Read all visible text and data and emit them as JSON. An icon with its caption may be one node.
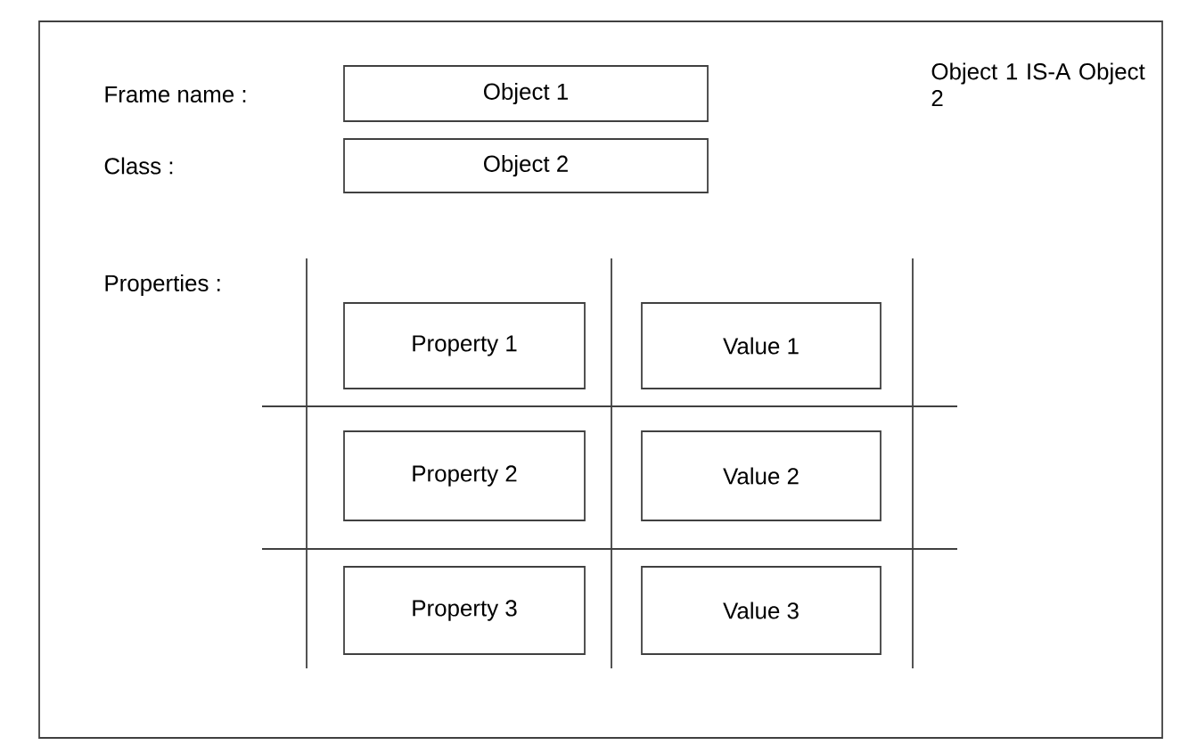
{
  "diagram": {
    "nodes": [
      {
        "text": [
          "Object 1"
        ]
      },
      {
        "text": [
          "Object 2"
        ]
      },
      {
        "text": [
          "Property 1"
        ]
      },
      {
        "text": [
          "Value 1"
        ]
      },
      {
        "text": [
          "Property 2"
        ]
      },
      {
        "text": [
          "Value 2"
        ]
      },
      {
        "text": [
          "Property 3"
        ]
      },
      {
        "text": [
          "Value 3"
        ]
      }
    ],
    "edges": [],
    "labels": [
      "Frame name :",
      "Object 1 IS-A Object 2",
      "Class :",
      "Properties :"
    ]
  }
}
